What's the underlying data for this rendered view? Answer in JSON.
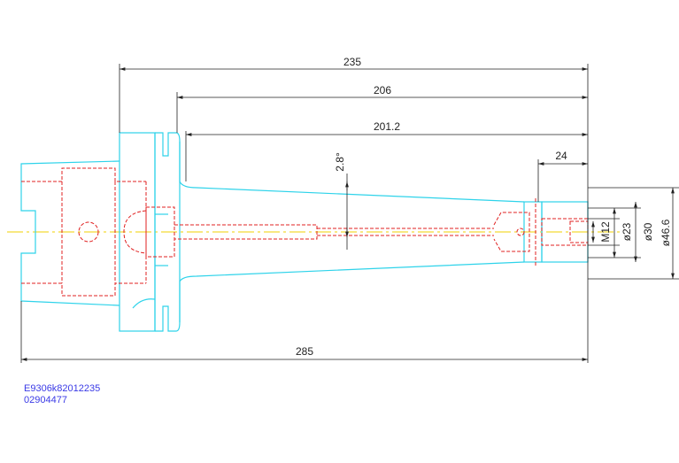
{
  "colors": {
    "outline": "#2ed3ea",
    "hidden": "#e02020",
    "centerline": "#f0d000",
    "dimension": "#222222",
    "code_text": "#3a3ae6"
  },
  "dimensions": {
    "overall_235": "235",
    "length_206": "206",
    "length_201_2": "201.2",
    "nose_24": "24",
    "overall_285": "285",
    "taper_angle": "2.8°",
    "thread_m12": "M12",
    "dia_23": "ø23",
    "dia_30": "ø30",
    "dia_46_6": "ø46.6"
  },
  "codes": {
    "part_number": "E9306k82012235",
    "order_number": "02904477"
  }
}
